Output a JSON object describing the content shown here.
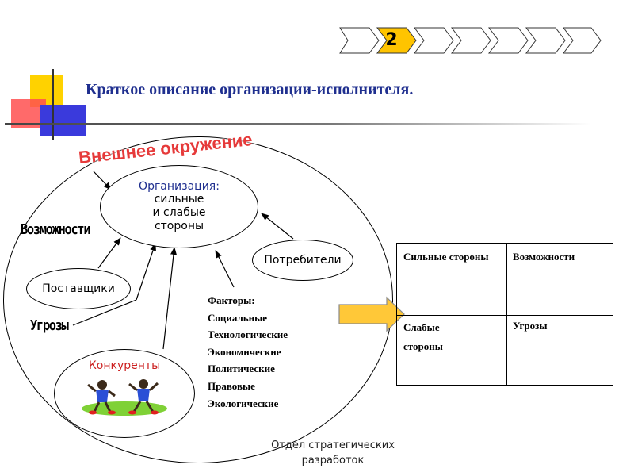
{
  "progress": {
    "step_number": "2",
    "total_steps": 7,
    "current_step": 2
  },
  "title": "Краткое описание организации-исполнителя.",
  "environment_label": "Внешнее окружение",
  "organization": {
    "title": "Организация:",
    "line1": "сильные",
    "line2": "и слабые",
    "line3": "стороны"
  },
  "opportunities_label": "Возможности",
  "threats_label": "Угрозы",
  "suppliers_label": "Поставщики",
  "consumers_label": "Потребители",
  "competitors_label": "Конкуренты",
  "factors": {
    "heading": "Факторы:",
    "items": [
      "Социальные",
      "Технологические",
      "Экономические",
      "Политические",
      "Правовые",
      "Экологические"
    ]
  },
  "swot": {
    "strengths": "Сильные стороны",
    "opportunities": "Возможности",
    "weaknesses": "Слабые стороны",
    "threats": "Угрозы"
  },
  "footer": {
    "line1": "Отдел стратегических",
    "line2": "разработок"
  },
  "colors": {
    "title": "#1f2f8f",
    "environment": "#e02020",
    "competitors": "#cc2020",
    "arrow_fill": "#ffc838",
    "step_highlight": "#ffc400"
  },
  "icons": [
    "chevron-step-icon",
    "block-arrow-icon",
    "competitors-clipart-icon"
  ]
}
